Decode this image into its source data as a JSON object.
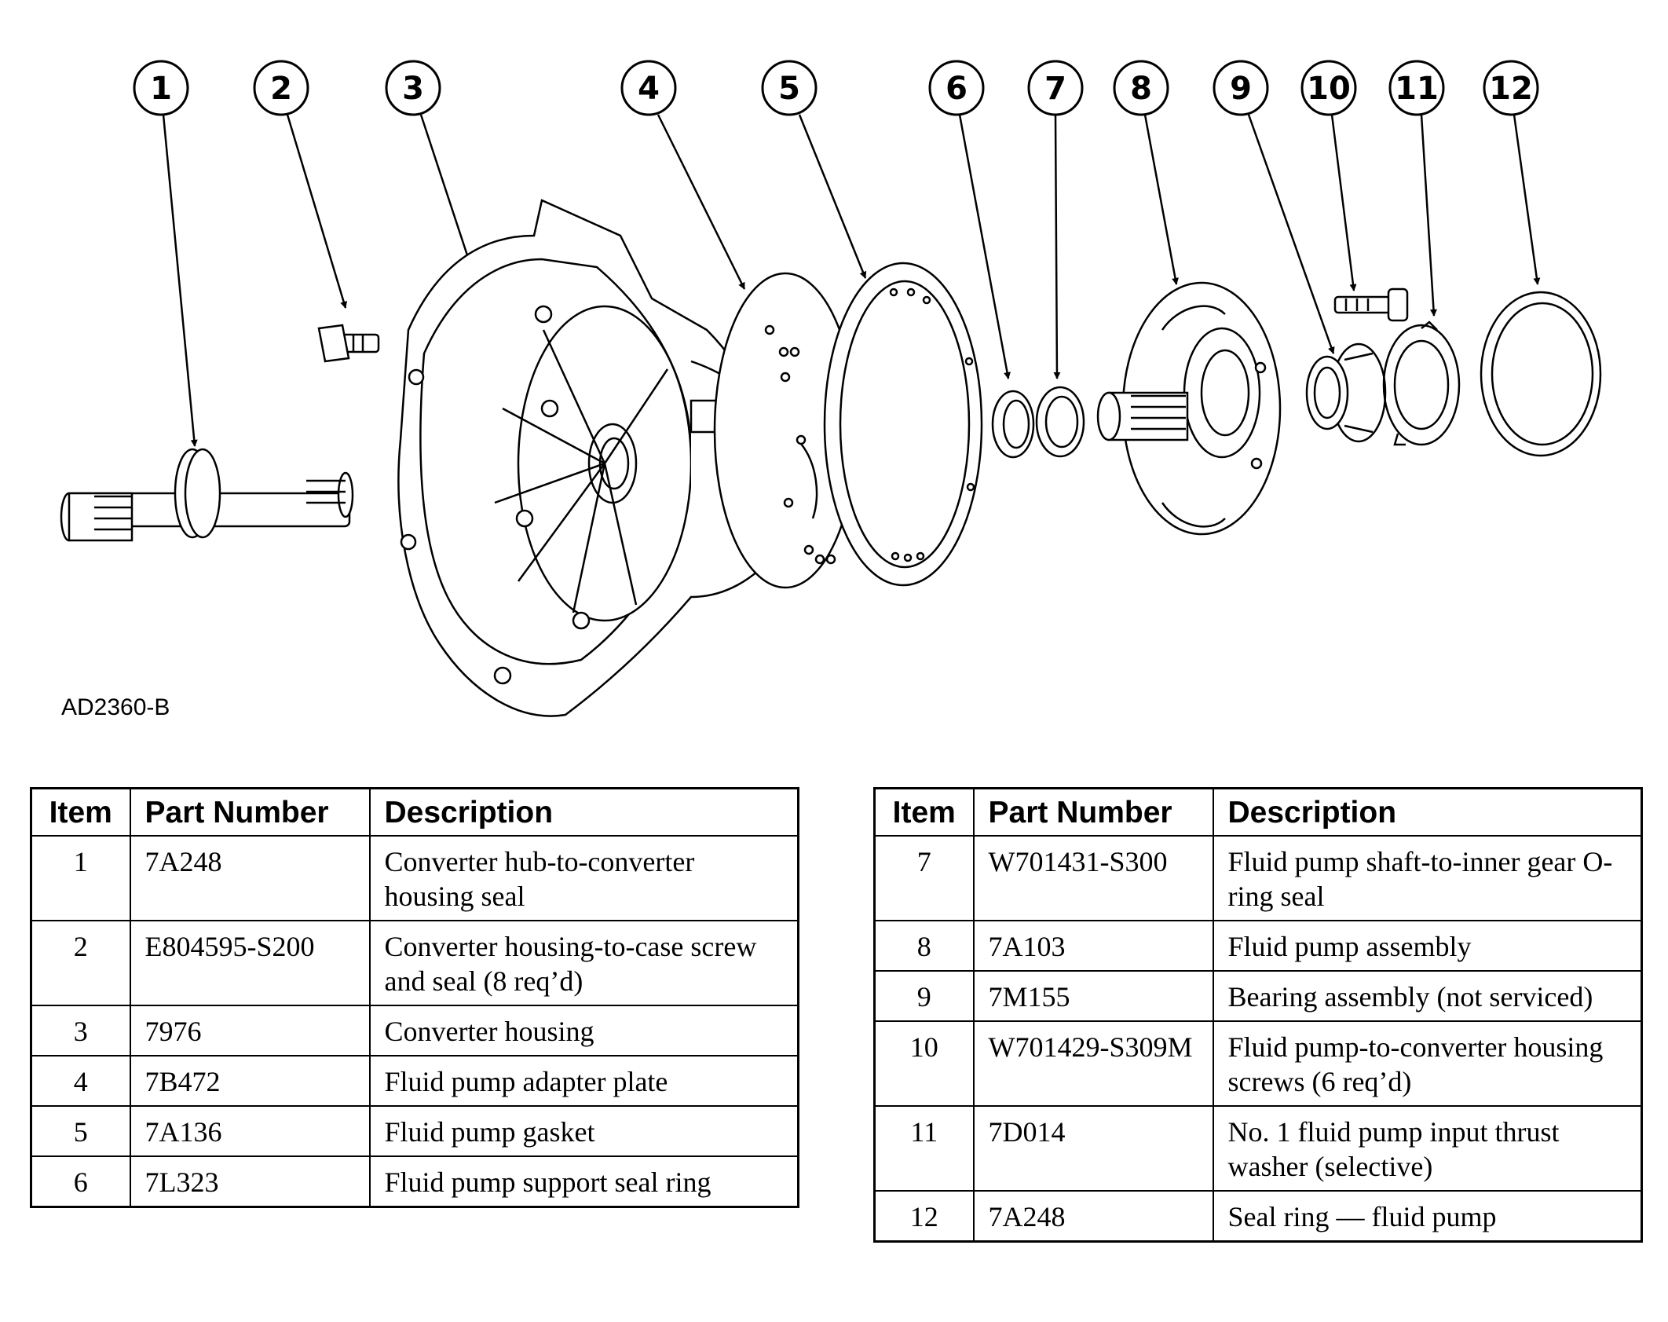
{
  "figure": {
    "code": "AD2360-B",
    "callouts": [
      "1",
      "2",
      "3",
      "4",
      "5",
      "6",
      "7",
      "8",
      "9",
      "10",
      "11",
      "12"
    ]
  },
  "tables": {
    "headers": {
      "item": "Item",
      "part_number": "Part Number",
      "description": "Description"
    },
    "left": [
      {
        "item": "1",
        "part_number": "7A248",
        "description": "Converter hub-to-converter housing seal"
      },
      {
        "item": "2",
        "part_number": "E804595-S200",
        "description": "Converter housing-to-case screw and seal (8 req’d)"
      },
      {
        "item": "3",
        "part_number": "7976",
        "description": "Converter housing"
      },
      {
        "item": "4",
        "part_number": "7B472",
        "description": "Fluid pump adapter plate"
      },
      {
        "item": "5",
        "part_number": "7A136",
        "description": "Fluid pump gasket"
      },
      {
        "item": "6",
        "part_number": "7L323",
        "description": "Fluid pump support seal ring"
      }
    ],
    "right": [
      {
        "item": "7",
        "part_number": "W701431-S300",
        "description": "Fluid pump shaft-to-inner gear O-ring seal"
      },
      {
        "item": "8",
        "part_number": "7A103",
        "description": "Fluid pump assembly"
      },
      {
        "item": "9",
        "part_number": "7M155",
        "description": "Bearing assembly (not serviced)"
      },
      {
        "item": "10",
        "part_number": "W701429-S309M",
        "description": "Fluid pump-to-converter housing screws (6 req’d)"
      },
      {
        "item": "11",
        "part_number": "7D014",
        "description": "No. 1 fluid pump input thrust washer (selective)"
      },
      {
        "item": "12",
        "part_number": "7A248",
        "description": "Seal ring — fluid pump"
      }
    ]
  }
}
